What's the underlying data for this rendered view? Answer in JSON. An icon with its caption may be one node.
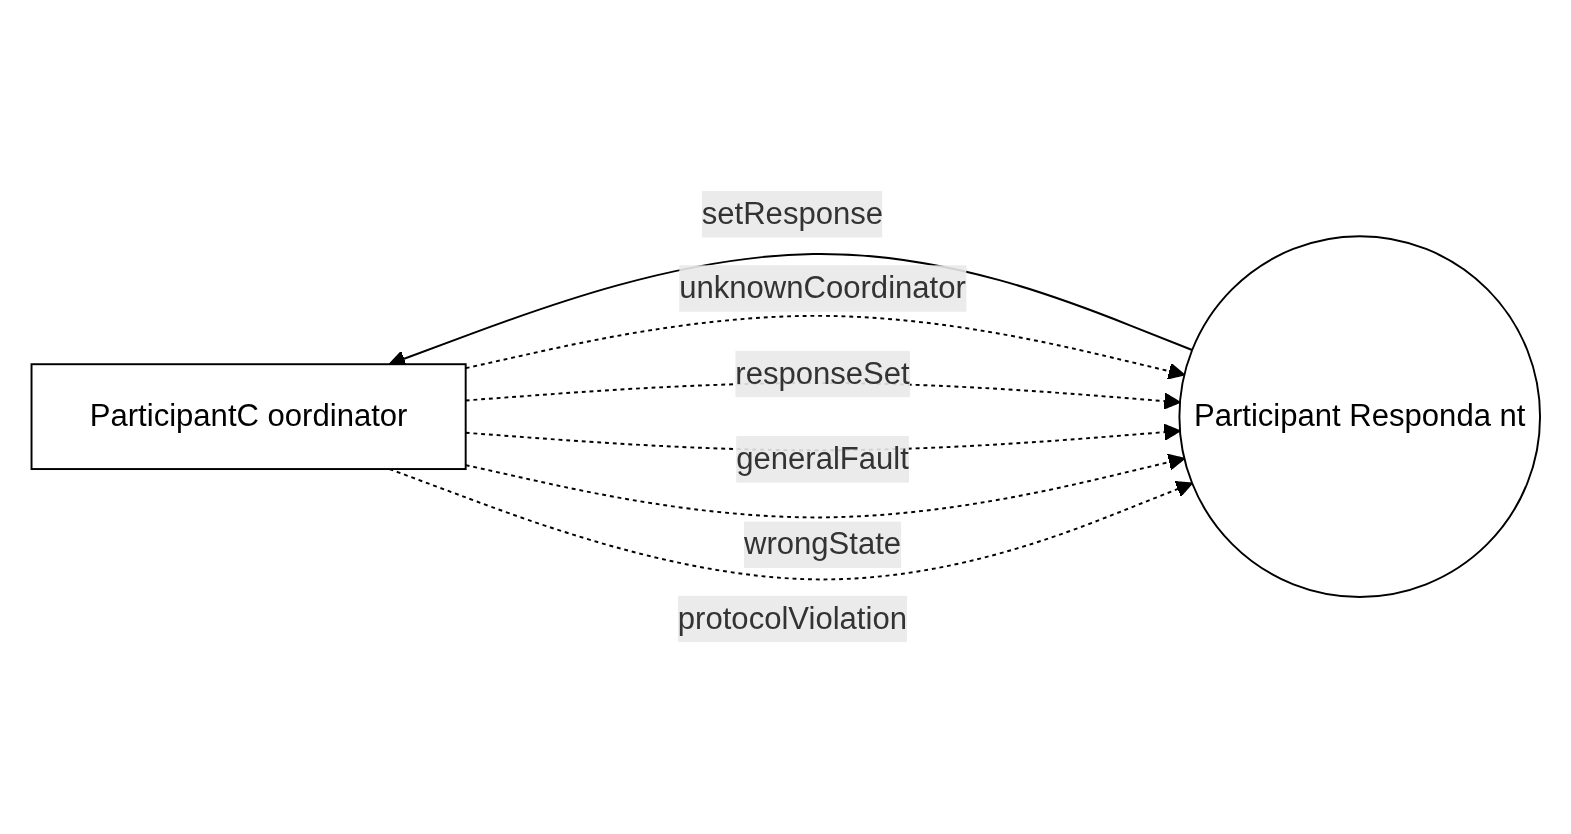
{
  "diagram": {
    "nodes": [
      {
        "text": [
          "Participant Responda nt"
        ]
      },
      {
        "text": [
          "ParticipantC oordinator"
        ]
      }
    ],
    "edges": [
      {
        "from": 1,
        "to": 0,
        "arrow": "to",
        "label": "unknownCoordinator",
        "style": "dashed"
      },
      {
        "from": 1,
        "to": 0,
        "arrow": "to",
        "label": "responseSet",
        "style": "dashed"
      },
      {
        "from": 0,
        "to": 1,
        "arrow": "to",
        "label": "setResponse"
      },
      {
        "from": 1,
        "to": 0,
        "arrow": "to",
        "label": "generalFault",
        "style": "dashed"
      },
      {
        "from": 1,
        "to": 0,
        "arrow": "to",
        "label": "wrongState",
        "style": "dashed"
      },
      {
        "from": 1,
        "to": 0,
        "arrow": "to",
        "label": "protocolViolation",
        "style": "dashed"
      }
    ]
  }
}
